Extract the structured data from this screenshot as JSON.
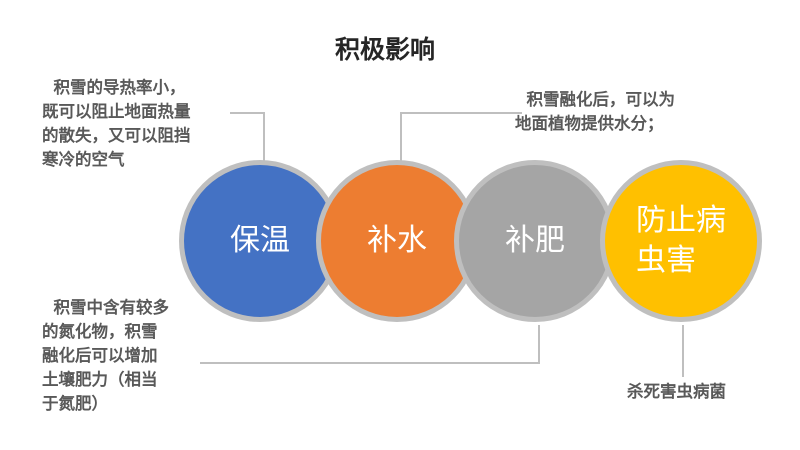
{
  "title": "积极影响",
  "circles": [
    {
      "label": "保温",
      "color": "#4472c4"
    },
    {
      "label": "补水",
      "color": "#ed7d31"
    },
    {
      "label": "补肥",
      "color": "#a5a5a5"
    },
    {
      "label": "防止病\n虫害",
      "color": "#ffc000"
    }
  ],
  "notes": {
    "insulation": "  积雪的导热率小，\n既可以阻止地面热量\n的散失，又可以阻挡\n寒冷的空气",
    "water": "  积雪融化后，可以为\n地面植物提供水分；",
    "fertilizer": "  积雪中含有较多\n的氮化物，积雪\n融化后可以增加\n土壤肥力（相当\n于氮肥）",
    "pest": "杀死害虫病菌"
  }
}
